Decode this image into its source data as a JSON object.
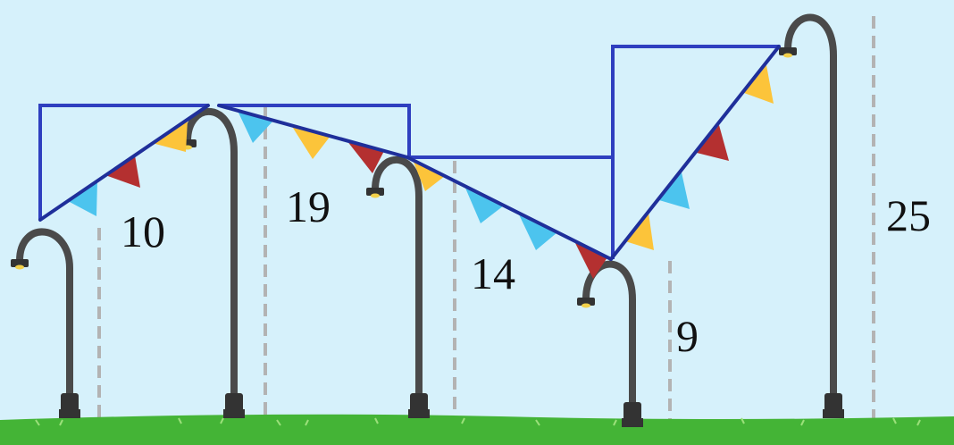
{
  "scene": {
    "sky_color": "#d6f1fb",
    "ground_color": "#44b436",
    "pole_color": "#4a4a4a",
    "lamp_glow_color": "#f2d04a",
    "triangle_line_color": "#2f3fbf",
    "bunting_line_color": "#1f2f9a",
    "dashed_line_color": "#b3b3b3",
    "flag_colors": [
      "#4cc4ee",
      "#fcc43a",
      "#b43030"
    ]
  },
  "poles": [
    {
      "id": "pole-1",
      "height_label": "10",
      "facing": "left"
    },
    {
      "id": "pole-2",
      "height_label": "19",
      "facing": "left"
    },
    {
      "id": "pole-3",
      "height_label": "14",
      "facing": "left"
    },
    {
      "id": "pole-4",
      "height_label": "9",
      "facing": "left"
    },
    {
      "id": "pole-5",
      "height_label": "25",
      "facing": "left"
    }
  ]
}
